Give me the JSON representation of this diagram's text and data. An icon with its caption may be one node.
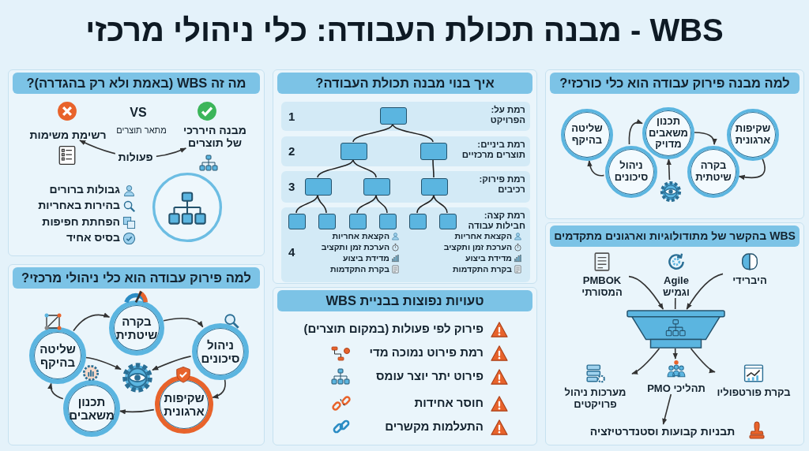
{
  "diagram": {
    "title": "WBS - מבנה תכולת העבודה: כלי ניהולי מרכזי",
    "nodes": [
      {
        "text": [
          "למה מבנה פירוק עבודה הוא כלי כורכזי?"
        ]
      },
      {
        "text": [
          "שקיפות ארגונית"
        ],
        "in": 0
      },
      {
        "text": [
          "תכנון משאבים מדויק"
        ],
        "in": 0
      },
      {
        "text": [
          "שליטה בהיקף"
        ],
        "in": 0
      },
      {
        "text": [
          "בקרה שיטתית"
        ],
        "in": 0
      },
      {
        "text": [
          "ניהול סיכונים"
        ],
        "in": 0
      },
      {
        "text": [],
        "shape": "picture",
        "in": 0
      },
      {
        "text": [
          "איך בנוי מבנה תכולת העבודה?"
        ]
      },
      {
        "text": [
          "רמת על: הפרויקט",
          "1"
        ],
        "in": 7
      },
      {
        "text": [],
        "shape": "box",
        "in": 8
      },
      {
        "text": [
          "רמת ביניים: תוצרים מרכזיים",
          "2"
        ],
        "in": 7
      },
      {
        "text": [],
        "shape": "box",
        "in": 10
      },
      {
        "text": [],
        "shape": "box",
        "in": 10
      },
      {
        "text": [
          "רמת פירוק: רכיבים",
          "3"
        ],
        "in": 7
      },
      {
        "text": [],
        "shape": "box",
        "in": 13
      },
      {
        "text": [],
        "shape": "box",
        "in": 13
      },
      {
        "text": [],
        "shape": "box",
        "in": 13
      },
      {
        "text": [
          "רמת קצה: חבילות עבודה",
          "4"
        ],
        "in": 7
      },
      {
        "text": [],
        "shape": "box",
        "in": 17
      },
      {
        "text": [],
        "shape": "box",
        "in": 17
      },
      {
        "text": [],
        "shape": "box",
        "in": 17
      },
      {
        "text": [],
        "shape": "box",
        "in": 17
      },
      {
        "text": [],
        "shape": "box",
        "in": 17
      },
      {
        "text": [],
        "shape": "box",
        "in": 17
      },
      {
        "text": [
          "מה זה WBS (באמת ולא רק בהגדרה)?"
        ]
      },
      {
        "text": [
          "מבנה היררכי של תוצרים"
        ],
        "in": 24
      },
      {
        "text": [
          "רשימת משימות"
        ],
        "in": 24
      },
      {
        "text": [
          "למה פירוק עבודה הוא כלי ניהולי מרכזי?"
        ]
      },
      {
        "text": [
          "בקרה שיטתית"
        ],
        "in": 27
      },
      {
        "text": [
          "ניהול סיכונים"
        ],
        "in": 27
      },
      {
        "text": [
          "שליטה בהיקף"
        ],
        "in": 27
      },
      {
        "text": [],
        "shape": "picture",
        "in": 27
      },
      {
        "text": [
          "שקיפות ארגונית"
        ],
        "in": 27
      },
      {
        "text": [
          "תכנון משאבים"
        ],
        "in": 27
      },
      {
        "text": [
          "טעויות נפוצות בבניית WBS"
        ]
      },
      {
        "text": [
          "WBS בהקשר של מתודולוגיות וארגונים מתקדמים"
        ]
      },
      {
        "text": [
          "היברידי"
        ],
        "in": 35
      },
      {
        "text": [
          "Agile וגמיש"
        ],
        "in": 35
      },
      {
        "text": [
          "PMBOK המסורתי"
        ],
        "in": 35
      },
      {
        "text": [],
        "shape": "funnel",
        "in": 35
      },
      {
        "text": [
          "בקרת פורטפוליו"
        ],
        "in": 35
      },
      {
        "text": [
          "תהליכי PMO"
        ],
        "in": 35
      },
      {
        "text": [
          "מערכות ניהול פרויקטים"
        ],
        "in": 35
      },
      {
        "text": [
          "תבניות קבועות וסטנדרטיזציה"
        ],
        "in": 35
      }
    ],
    "edges": [
      {
        "from": 1,
        "to": 4,
        "arrow": "to"
      },
      {
        "from": 2,
        "to": 4,
        "arrow": "to"
      },
      {
        "from": 5,
        "to": 2,
        "arrow": "to"
      },
      {
        "from": 5,
        "to": 3,
        "arrow": "to"
      },
      {
        "from": 6,
        "to": 2,
        "arrow": "to"
      },
      {
        "from": 9,
        "to": 11,
        "arrow": "none"
      },
      {
        "from": 9,
        "to": 12,
        "arrow": "none"
      },
      {
        "from": 11,
        "to": 14,
        "arrow": "none"
      },
      {
        "from": 11,
        "to": 15,
        "arrow": "none"
      },
      {
        "from": 12,
        "to": 16,
        "arrow": "none"
      },
      {
        "from": 14,
        "to": 18,
        "arrow": "none"
      },
      {
        "from": 14,
        "to": 19,
        "arrow": "none"
      },
      {
        "from": 15,
        "to": 20,
        "arrow": "none"
      },
      {
        "from": 15,
        "to": 21,
        "arrow": "none"
      },
      {
        "from": 16,
        "to": 22,
        "arrow": "none"
      },
      {
        "from": 16,
        "to": 23,
        "arrow": "none"
      },
      {
        "from": 26,
        "to": 25,
        "arrow": "both",
        "label": "פעולות"
      },
      {
        "from": 30,
        "to": 28,
        "arrow": "to"
      },
      {
        "from": 28,
        "to": 29,
        "arrow": "to"
      },
      {
        "from": 29,
        "to": 32,
        "arrow": "to"
      },
      {
        "from": 32,
        "to": 33,
        "arrow": "to"
      },
      {
        "from": 33,
        "to": 30,
        "arrow": "to"
      },
      {
        "from": 30,
        "to": 31,
        "arrow": "to"
      },
      {
        "from": 29,
        "to": 31,
        "arrow": "to"
      },
      {
        "from": 38,
        "to": 39,
        "arrow": "to"
      },
      {
        "from": 37,
        "to": 39,
        "arrow": "none"
      },
      {
        "from": 36,
        "to": 39,
        "arrow": "to"
      },
      {
        "from": 39,
        "to": 42,
        "arrow": "to"
      },
      {
        "from": 39,
        "to": 41,
        "arrow": "to"
      },
      {
        "from": 39,
        "to": 40,
        "arrow": "to"
      },
      {
        "from": 41,
        "to": 43,
        "arrow": "to"
      }
    ],
    "labels": [
      "VS",
      "מתאר תוצרים",
      "גבולות ברורים",
      "בהירות באחריות",
      "הפחתת חפיפות",
      "בסיס אחיד",
      "הקצאת אחריות",
      "הערכת זמן ותקציב",
      "מדידת ביצוע",
      "בקרת התקדמות",
      "הקצאת אחריות",
      "הערכת זמן ותקציב",
      "מדידת ביצוע",
      "בקרת התקדמות",
      "פירוק לפי פעולות (במקום תוצרים)",
      "רמת פירוט נמוכה מדי",
      "פירוט יתר יוצר עומס",
      "חוסר אחידות",
      "התעלמות מקשרים"
    ]
  }
}
